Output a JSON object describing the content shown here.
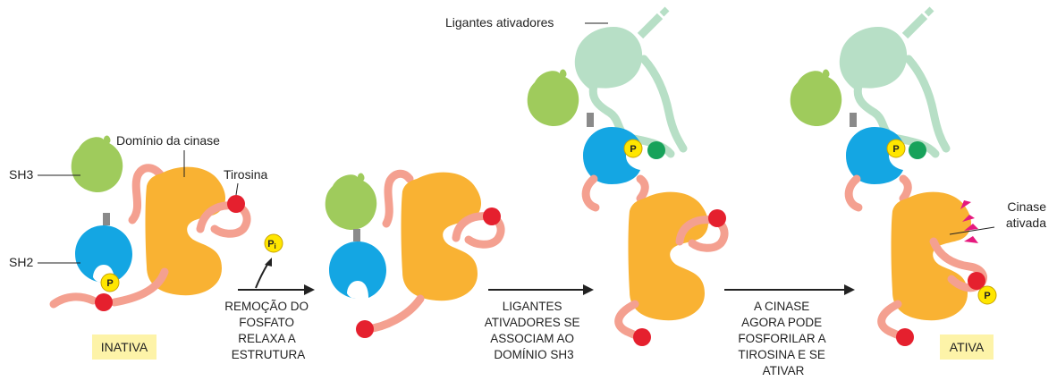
{
  "colors": {
    "sh3": "#9fcb5c",
    "sh2": "#14a6e3",
    "kinase": "#f9b233",
    "linker": "#f4a090",
    "tyrosine": "#e5202e",
    "phosphate": "#ffe600",
    "ligand": "#b7dfc6",
    "ligand_dot": "#17a25a",
    "badge_bg": "#fdf3a8",
    "spark": "#e6197e"
  },
  "labels": {
    "sh3": "SH3",
    "sh2": "SH2",
    "kinase_domain": "Domínio da cinase",
    "tyrosine": "Tirosina",
    "ligands": "Ligantes ativadores",
    "activated_kinase_line1": "Cinase",
    "activated_kinase_line2": "ativada",
    "phosphate": "P",
    "pi_main": "P",
    "pi_sub": "i"
  },
  "states": {
    "inactive": "INATIVA",
    "active": "ATIVA"
  },
  "steps": [
    {
      "lines": [
        "REMOÇÃO DO",
        "FOSFATO",
        "RELAXA A",
        "ESTRUTURA"
      ]
    },
    {
      "lines": [
        "LIGANTES",
        "ATIVADORES SE",
        "ASSOCIAM AO",
        "DOMÍNIO SH3"
      ]
    },
    {
      "lines": [
        "A CINASE",
        "AGORA PODE",
        "FOSFORILAR A",
        "TIROSINA E SE",
        "ATIVAR"
      ]
    }
  ]
}
